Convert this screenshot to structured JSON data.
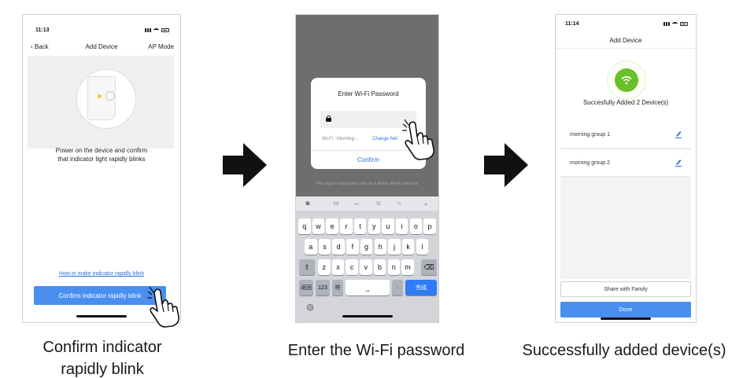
{
  "step1": {
    "time": "11:13",
    "back_label": "Back",
    "title": "Add Device",
    "ap_mode_label": "AP Mode",
    "instruction_line1": "Power on the device and confirm",
    "instruction_line2": "that indicator light rapidly blinks",
    "howto_link": "How to make indicator rapidly blink",
    "confirm_button": "Confirm indicator rapidly blink",
    "caption_line1": "Confirm indicator",
    "caption_line2": "rapidly blink"
  },
  "step2": {
    "dialog_title": "Enter Wi-Fi Password",
    "wifi_label": "Wi-Fi : Morning-...",
    "change_network": "Change Net",
    "confirm_label": "Confirm",
    "support_note": "This app is supported only on 2.4GHz Wi-Fi channels",
    "keys_row1": [
      "q",
      "w",
      "e",
      "r",
      "t",
      "y",
      "u",
      "i",
      "o",
      "p"
    ],
    "keys_row2": [
      "a",
      "s",
      "d",
      "f",
      "g",
      "h",
      "j",
      "k",
      "l"
    ],
    "keys_row3": [
      "z",
      "x",
      "c",
      "v",
      "b",
      "n",
      "m"
    ],
    "key_return_cn": "返回",
    "key_numbers": "123",
    "key_symbol": "符",
    "key_done_cn": "完成",
    "caption": "Enter the Wi-Fi password"
  },
  "step3": {
    "time": "11:14",
    "title": "Add Device",
    "success_text": "Succesfully Added 2 Device(s)",
    "devices": [
      "morning group 1",
      "morning group 2"
    ],
    "share_button": "Share with Family",
    "done_button": "Done",
    "caption": "Successfully added device(s)"
  },
  "colors": {
    "accent_blue": "#4a8ff0",
    "link_blue": "#2e6fd8",
    "success_green": "#69c028",
    "led_yellow": "#f2d022"
  }
}
